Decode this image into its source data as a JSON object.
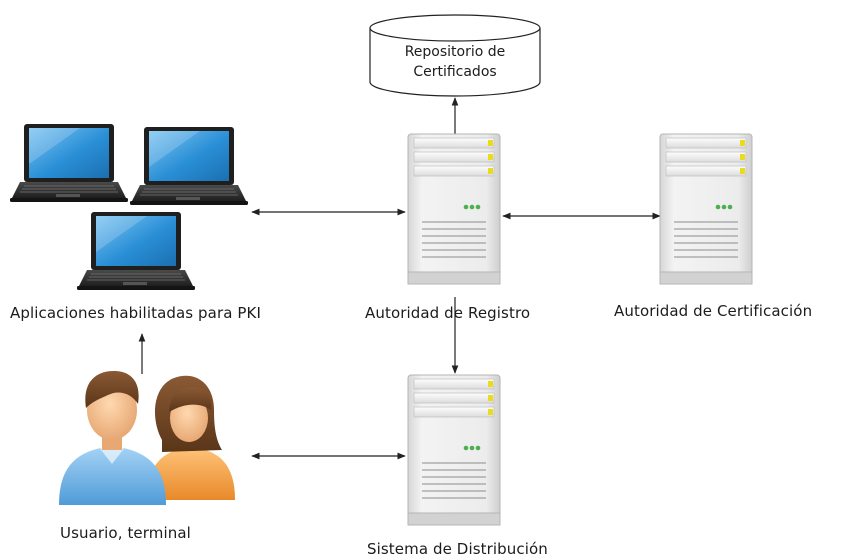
{
  "nodes": {
    "repository": {
      "line1": "Repositorio de",
      "line2": "Certificados"
    },
    "apps": {
      "label": "Aplicaciones habilitadas para PKI"
    },
    "ra": {
      "label": "Autoridad de Registro"
    },
    "ca": {
      "label": "Autoridad de Certificación"
    },
    "ds": {
      "label": "Sistema de Distribución"
    },
    "users": {
      "label": "Usuario, terminal"
    }
  },
  "edges": [
    {
      "from": "ra",
      "to": "repository",
      "direction": "one-way"
    },
    {
      "from": "apps",
      "to": "ra",
      "direction": "two-way"
    },
    {
      "from": "ra",
      "to": "ca",
      "direction": "two-way"
    },
    {
      "from": "ra",
      "to": "ds",
      "direction": "one-way"
    },
    {
      "from": "users",
      "to": "apps",
      "direction": "one-way"
    },
    {
      "from": "users",
      "to": "ds",
      "direction": "two-way"
    }
  ],
  "colors": {
    "arrow": "#222222",
    "server_body": "#e6e6e6",
    "server_led": "#4caf50",
    "server_bay_led": "#f0e020",
    "laptop_screen": "#2a8fd6",
    "user_male_shirt": "#6ab0e6",
    "user_female_shirt": "#f0a040",
    "user_hair": "#6b4325"
  },
  "icons": {
    "repository": "database-cylinder-icon",
    "servers": "server-tower-icon",
    "apps": "laptop-icon",
    "users": "users-group-icon"
  }
}
